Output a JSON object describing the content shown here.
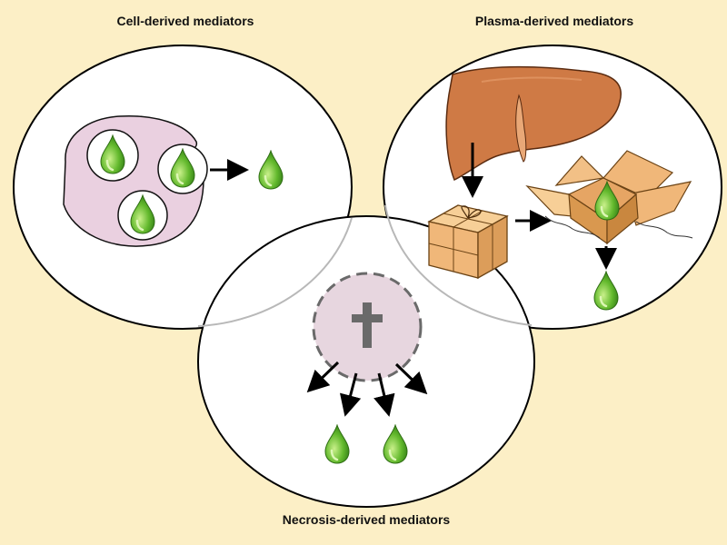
{
  "labels": {
    "cell": "Cell-derived mediators",
    "plasma": "Plasma-derived mediators",
    "necrosis": "Necrosis-derived mediators"
  },
  "icons": {
    "drop": "green-drop-icon",
    "cell": "mast-cell-icon",
    "liver": "liver-icon",
    "closed_box": "closed-package-icon",
    "open_box": "open-package-icon",
    "dead_cell": "necrotic-cell-cross-icon"
  },
  "colors": {
    "background": "#fcefc6",
    "drop": "#58b12a",
    "cell": "#ead0e0",
    "liver": "#cf7a45",
    "box": "#f0b779",
    "dead_cell": "#e7d6df",
    "cross": "#6a6a6a"
  }
}
